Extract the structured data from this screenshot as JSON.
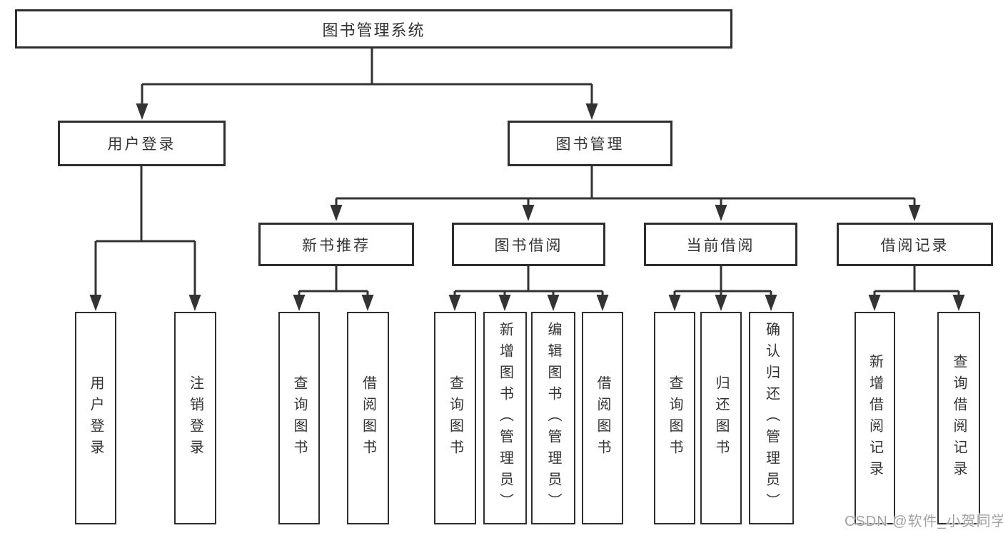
{
  "diagram": {
    "title_node": "图书管理系统",
    "root": {
      "label": "图书管理系统"
    },
    "branches": [
      {
        "label": "用户登录",
        "children": [
          {
            "label": "用户登录"
          },
          {
            "label": "注销登录"
          }
        ]
      },
      {
        "label": "图书管理",
        "children": [
          {
            "label": "新书推荐",
            "children": [
              {
                "label": "查询图书"
              },
              {
                "label": "借阅图书"
              }
            ]
          },
          {
            "label": "图书借阅",
            "children": [
              {
                "label": "查询图书"
              },
              {
                "label": "新增图书（管理员）"
              },
              {
                "label": "编辑图书（管理员）"
              },
              {
                "label": "借阅图书"
              }
            ]
          },
          {
            "label": "当前借阅",
            "children": [
              {
                "label": "查询图书"
              },
              {
                "label": "归还图书"
              },
              {
                "label": "确认归还（管理员）"
              }
            ]
          },
          {
            "label": "借阅记录",
            "children": [
              {
                "label": "新增借阅记录"
              },
              {
                "label": "查询借阅记录"
              }
            ]
          }
        ]
      }
    ],
    "colors": {
      "line": "#333333",
      "border": "#2e2e2e",
      "text": "#333333",
      "watermark": "#a2a2a2",
      "background": "#ffffff"
    },
    "watermark": {
      "text": "CSDN @软件_小贺同学"
    }
  }
}
